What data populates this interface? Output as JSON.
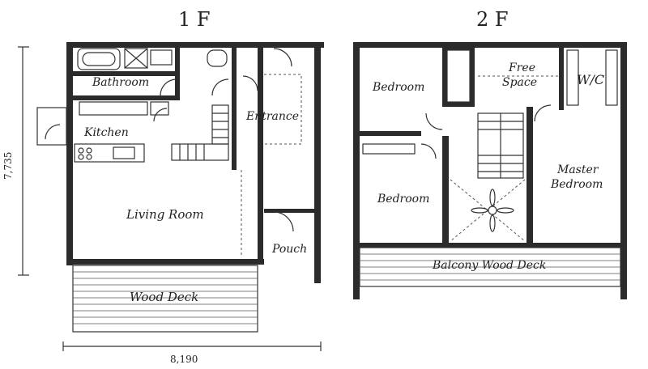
{
  "floors": {
    "first": "1 F",
    "second": "2 F"
  },
  "rooms_1f": {
    "bathroom": "Bathroom",
    "kitchen": "Kitchen",
    "entrance": "Entrance",
    "living": "Living Room",
    "pouch": "Pouch",
    "deck": "Wood Deck"
  },
  "rooms_2f": {
    "bedroom_top": "Bedroom",
    "free_l1": "Free",
    "free_l2": "Space",
    "wic": "W/C",
    "bedroom_bottom": "Bedroom",
    "master_l1": "Master",
    "master_l2": "Bedroom",
    "balcony": "Balcony Wood Deck"
  },
  "dimensions": {
    "height": "7,735",
    "width": "8,190"
  }
}
